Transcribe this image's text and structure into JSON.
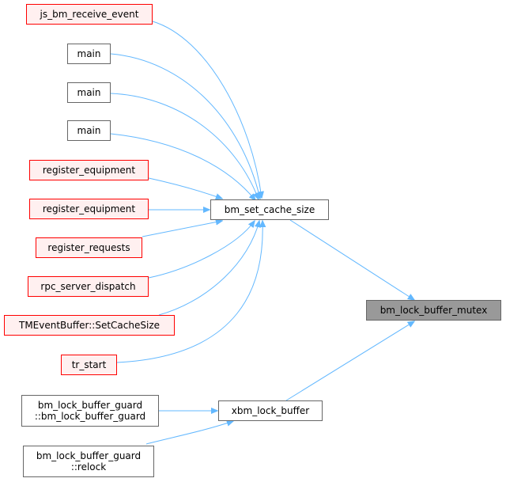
{
  "graph": {
    "colors": {
      "edge": "#63b8ff",
      "node_border": "#666666",
      "node_fill": "#ffffff",
      "undocumented_border": "#ff0000",
      "undocumented_fill": "#fff0f0",
      "focus_fill": "#999999"
    },
    "nodes": {
      "js_bm_receive_event": {
        "lines": [
          "js_bm_receive_event"
        ]
      },
      "main_1": {
        "lines": [
          "main"
        ]
      },
      "main_2": {
        "lines": [
          "main"
        ]
      },
      "main_3": {
        "lines": [
          "main"
        ]
      },
      "register_equipment_1": {
        "lines": [
          "register_equipment"
        ]
      },
      "register_equipment_2": {
        "lines": [
          "register_equipment"
        ]
      },
      "register_requests": {
        "lines": [
          "register_requests"
        ]
      },
      "rpc_server_dispatch": {
        "lines": [
          "rpc_server_dispatch"
        ]
      },
      "set_cache_size_method": {
        "lines": [
          "TMEventBuffer::SetCacheSize"
        ]
      },
      "tr_start": {
        "lines": [
          "tr_start"
        ]
      },
      "guard_ctor": {
        "lines": [
          "bm_lock_buffer_guard",
          "::bm_lock_buffer_guard"
        ]
      },
      "guard_relock": {
        "lines": [
          "bm_lock_buffer_guard",
          "::relock"
        ]
      },
      "bm_set_cache_size": {
        "lines": [
          "bm_set_cache_size"
        ]
      },
      "xbm_lock_buffer": {
        "lines": [
          "xbm_lock_buffer"
        ]
      },
      "bm_lock_buffer_mutex": {
        "lines": [
          "bm_lock_buffer_mutex"
        ]
      }
    }
  }
}
